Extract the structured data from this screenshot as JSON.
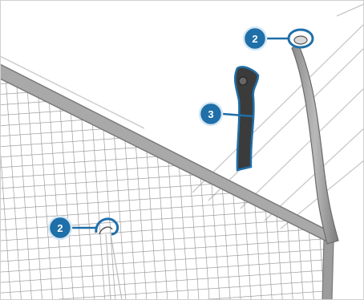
{
  "callouts": [
    {
      "id": "callout-top-right",
      "number": "2"
    },
    {
      "id": "callout-middle",
      "number": "3"
    },
    {
      "id": "callout-bottom-left",
      "number": "2"
    }
  ],
  "colors": {
    "accent": "#1f6fa8",
    "accent_light": "#d6e8f5",
    "net_grid": "#9a9a9a",
    "net_frame": "#8c8c8c",
    "strap": "#7a7a7a",
    "hook": "#3a3a3a",
    "background_lines": "#c9c9c9"
  }
}
